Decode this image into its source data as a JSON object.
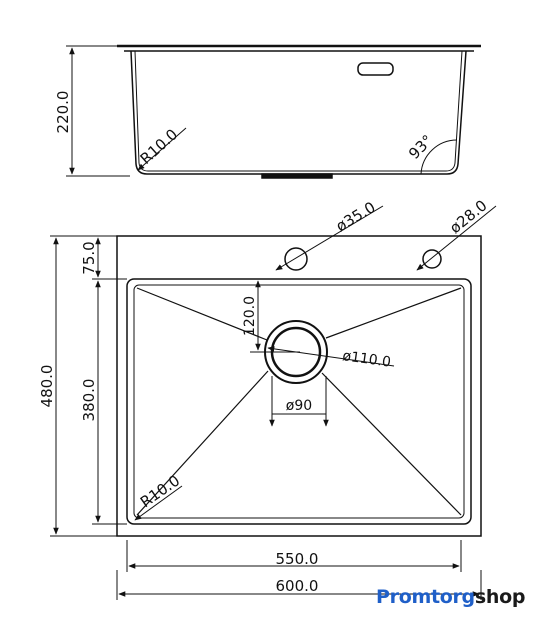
{
  "side_view": {
    "height_label": "220.0",
    "radius_label": "R10.0",
    "angle_label": "93°"
  },
  "top_view": {
    "overall_height_label": "480.0",
    "bowl_height_label": "380.0",
    "offset_label": "75.0",
    "drain_offset_label": "120.0",
    "radius_label": "R10.0",
    "hole_large_label": "ø35.0",
    "hole_small_label": "ø28.0",
    "drain_outer_label": "ø110.0",
    "drain_inner_label": "ø90",
    "bowl_width_label": "550.0",
    "overall_width_label": "600.0"
  },
  "brand": {
    "part1": "Promtorg",
    "part2": "shop",
    "color_primary": "#1f5fc8",
    "color_secondary": "#1a1a1a"
  }
}
